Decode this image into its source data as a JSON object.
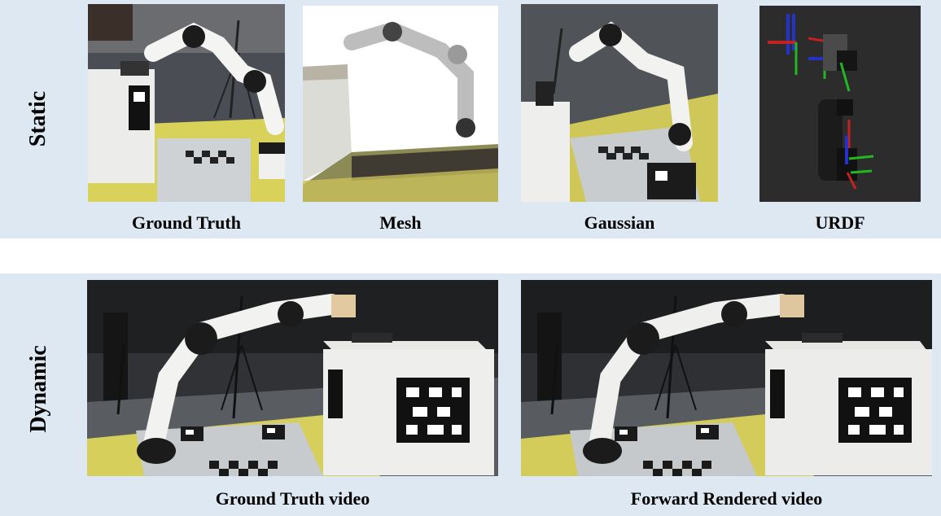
{
  "sections": {
    "static": {
      "label": "Static",
      "panels": [
        {
          "caption": "Ground Truth"
        },
        {
          "caption": "Mesh"
        },
        {
          "caption": "Gaussian"
        },
        {
          "caption": "URDF"
        }
      ]
    },
    "dynamic": {
      "label": "Dynamic",
      "panels": [
        {
          "caption": "Ground Truth video"
        },
        {
          "caption": "Forward Rendered video"
        }
      ]
    }
  },
  "colors": {
    "band_background": "#dde8f3",
    "urdf_background": "#2c2c2c",
    "mesh_background": "#ffffff"
  }
}
